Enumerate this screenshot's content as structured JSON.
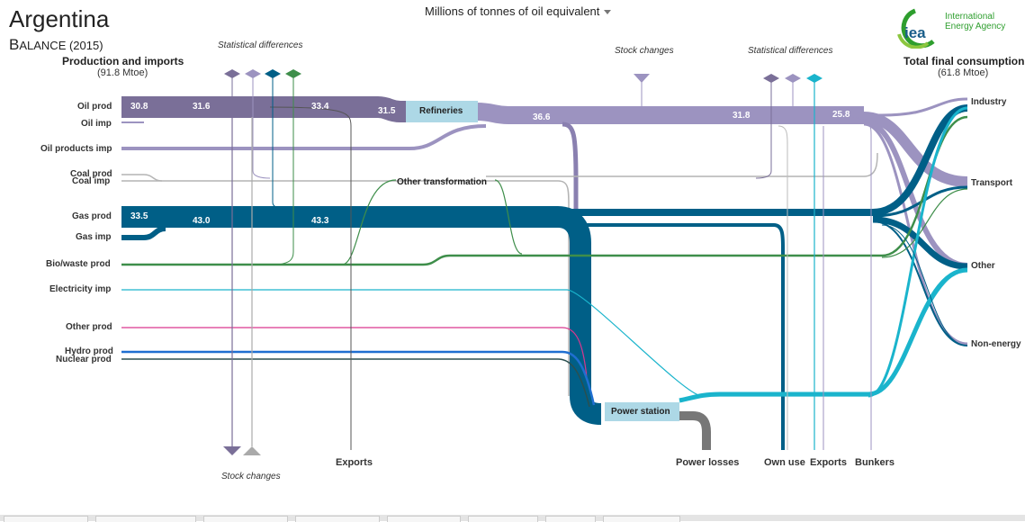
{
  "header": {
    "country": "Argentina",
    "subtitle_first": "B",
    "subtitle_rest": "ALANCE (2015)",
    "unit_select": "Millions of tonnes of oil equivalent"
  },
  "logo": {
    "mark": "iea",
    "name_line1": "International",
    "name_line2": "Energy Agency"
  },
  "left_column": {
    "title": "Production and imports",
    "total": "(91.8 Mtoe)"
  },
  "right_column": {
    "title": "Total final consumption",
    "total": "(61.8 Mtoe)"
  },
  "annotations": {
    "stat_diff_left": "Statistical differences",
    "stock_changes_top": "Stock  changes",
    "stat_diff_right": "Statistical differences",
    "stock_changes_bottom": "Stock changes"
  },
  "sources": [
    "Oil prod",
    "Oil imp",
    "Oil products imp",
    "Coal prod",
    "Coal imp",
    "Gas prod",
    "Gas imp",
    "Bio/waste prod",
    "Electricity imp",
    "Other prod",
    "Hydro prod",
    "Nuclear prod"
  ],
  "nodes": {
    "refineries": "Refineries",
    "other_transformation": "Other transformation",
    "power_station": "Power station"
  },
  "sinks_right": [
    "Industry",
    "Transport",
    "Other",
    "Non-energy"
  ],
  "sinks_bottom": [
    "Exports",
    "Power losses",
    "Own use",
    "Exports",
    "Bunkers"
  ],
  "flow_values": [
    "30.8",
    "31.6",
    "33.4",
    "31.5",
    "36.6",
    "31.8",
    "25.8",
    "33.5",
    "43.0",
    "43.3"
  ],
  "colors": {
    "oil": "#7a6f98",
    "oil_products": "#9c93c0",
    "coal": "#b4b4b4",
    "gas": "#005f87",
    "bio": "#3e8e4a",
    "electricity": "#1ab4cc",
    "other": "#d9378f",
    "hydro": "#1f6fd1",
    "nuclear": "#2b4f4f",
    "losses": "#777777",
    "node": "#add8e6",
    "iea_green": "#2e9e2e"
  }
}
